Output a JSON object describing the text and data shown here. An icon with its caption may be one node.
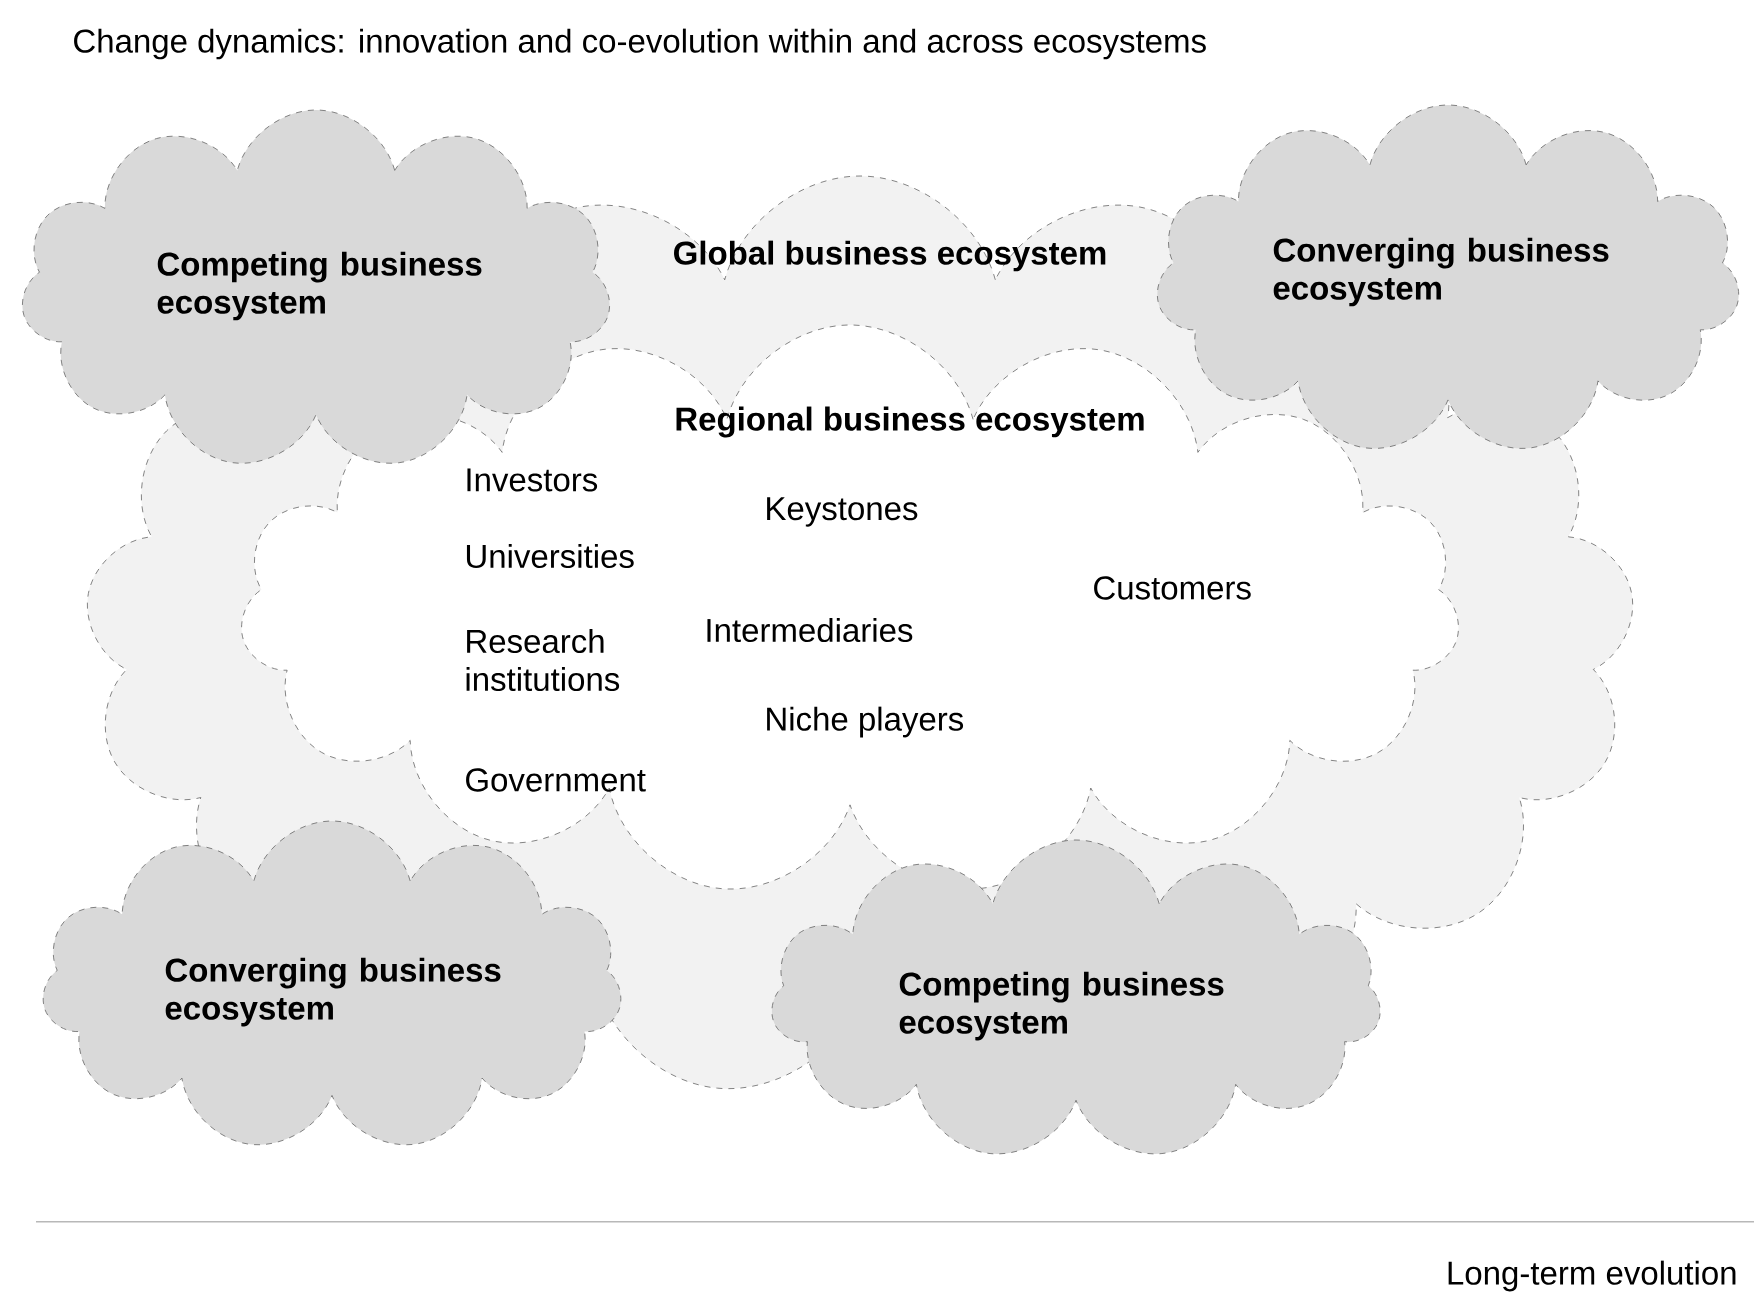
{
  "diagram": {
    "title": "Change dynamics: innovation and co-evolution within and across ecosystems",
    "nodes": [
      {
        "text": [
          "Global business ecosystem"
        ]
      },
      {
        "text": [
          "Regional business ecosystem",
          "Investors",
          "Universities",
          "Research institutions",
          "Government",
          "Keystones",
          "Intermediaries",
          "Niche players",
          "Customers"
        ],
        "in": 0
      },
      {
        "text": [
          "Competing business ecosystem"
        ]
      },
      {
        "text": [
          "Converging business ecosystem"
        ]
      },
      {
        "text": [
          "Converging business ecosystem"
        ]
      },
      {
        "text": [
          "Competing business ecosystem"
        ]
      }
    ],
    "edges": [],
    "labels": [
      "Long-term evolution"
    ]
  }
}
